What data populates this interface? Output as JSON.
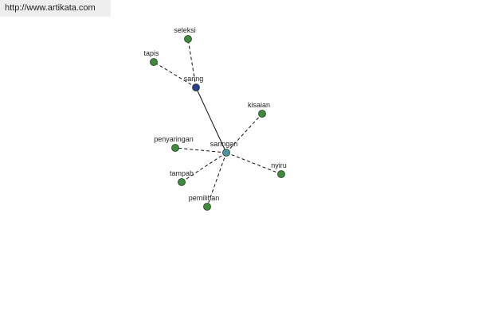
{
  "watermark": {
    "url": "http://www.artikata.com"
  },
  "graph": {
    "colors": {
      "edge": "#111111",
      "node_default": "#3f8a3f",
      "node_root": "#2b3c8c",
      "node_center": "#4e93a3",
      "node_stroke": "#1f3f1f"
    },
    "nodes": [
      {
        "id": "seleksi",
        "label": "seleksi",
        "kind": "leaf"
      },
      {
        "id": "tapis",
        "label": "tapis",
        "kind": "leaf"
      },
      {
        "id": "saring",
        "label": "saring",
        "kind": "root"
      },
      {
        "id": "kisaian",
        "label": "kisaian",
        "kind": "leaf"
      },
      {
        "id": "penyaringan",
        "label": "penyaringan",
        "kind": "leaf"
      },
      {
        "id": "saringan",
        "label": "saringan",
        "kind": "center"
      },
      {
        "id": "nyiru",
        "label": "nyiru",
        "kind": "leaf"
      },
      {
        "id": "tampah",
        "label": "tampah",
        "kind": "leaf"
      },
      {
        "id": "pemilihan",
        "label": "pemilihan",
        "kind": "leaf"
      }
    ],
    "edges": [
      {
        "from": "saring",
        "to": "seleksi",
        "style": "dashed"
      },
      {
        "from": "saring",
        "to": "tapis",
        "style": "dashed"
      },
      {
        "from": "saring",
        "to": "saringan",
        "style": "solid"
      },
      {
        "from": "saringan",
        "to": "kisaian",
        "style": "dashed"
      },
      {
        "from": "saringan",
        "to": "penyaringan",
        "style": "dashed"
      },
      {
        "from": "saringan",
        "to": "nyiru",
        "style": "dashed"
      },
      {
        "from": "saringan",
        "to": "tampah",
        "style": "dashed"
      },
      {
        "from": "saringan",
        "to": "pemilihan",
        "style": "dashed"
      }
    ]
  }
}
